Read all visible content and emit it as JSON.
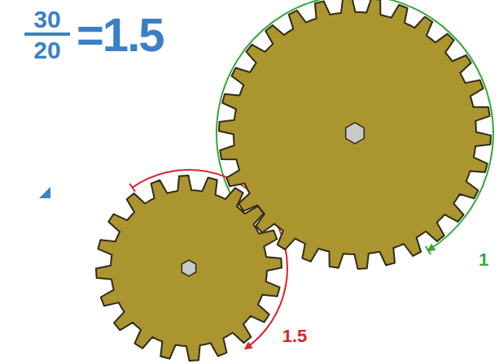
{
  "diagram": {
    "labels": [
      "30",
      "20",
      "=1.5",
      "1",
      "1.5"
    ]
  }
}
